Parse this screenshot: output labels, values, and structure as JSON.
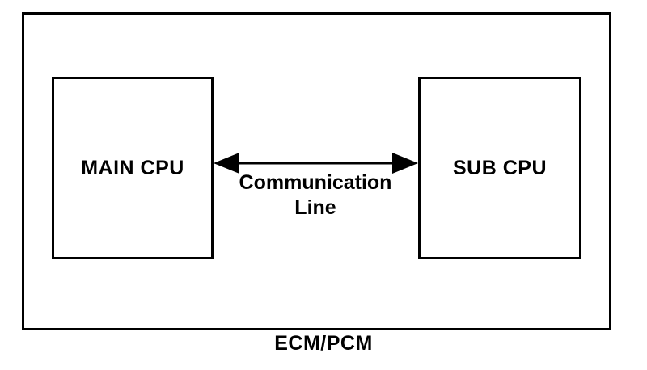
{
  "diagram": {
    "caption": "ECM/PCM",
    "nodes": [
      {
        "id": "main-cpu",
        "label": "MAIN CPU"
      },
      {
        "id": "sub-cpu",
        "label": "SUB CPU"
      }
    ],
    "connector": {
      "type": "bidirectional-arrow",
      "label_lines": [
        "Communication",
        "Line"
      ]
    },
    "colors": {
      "line": "#000000",
      "background": "#ffffff"
    }
  }
}
